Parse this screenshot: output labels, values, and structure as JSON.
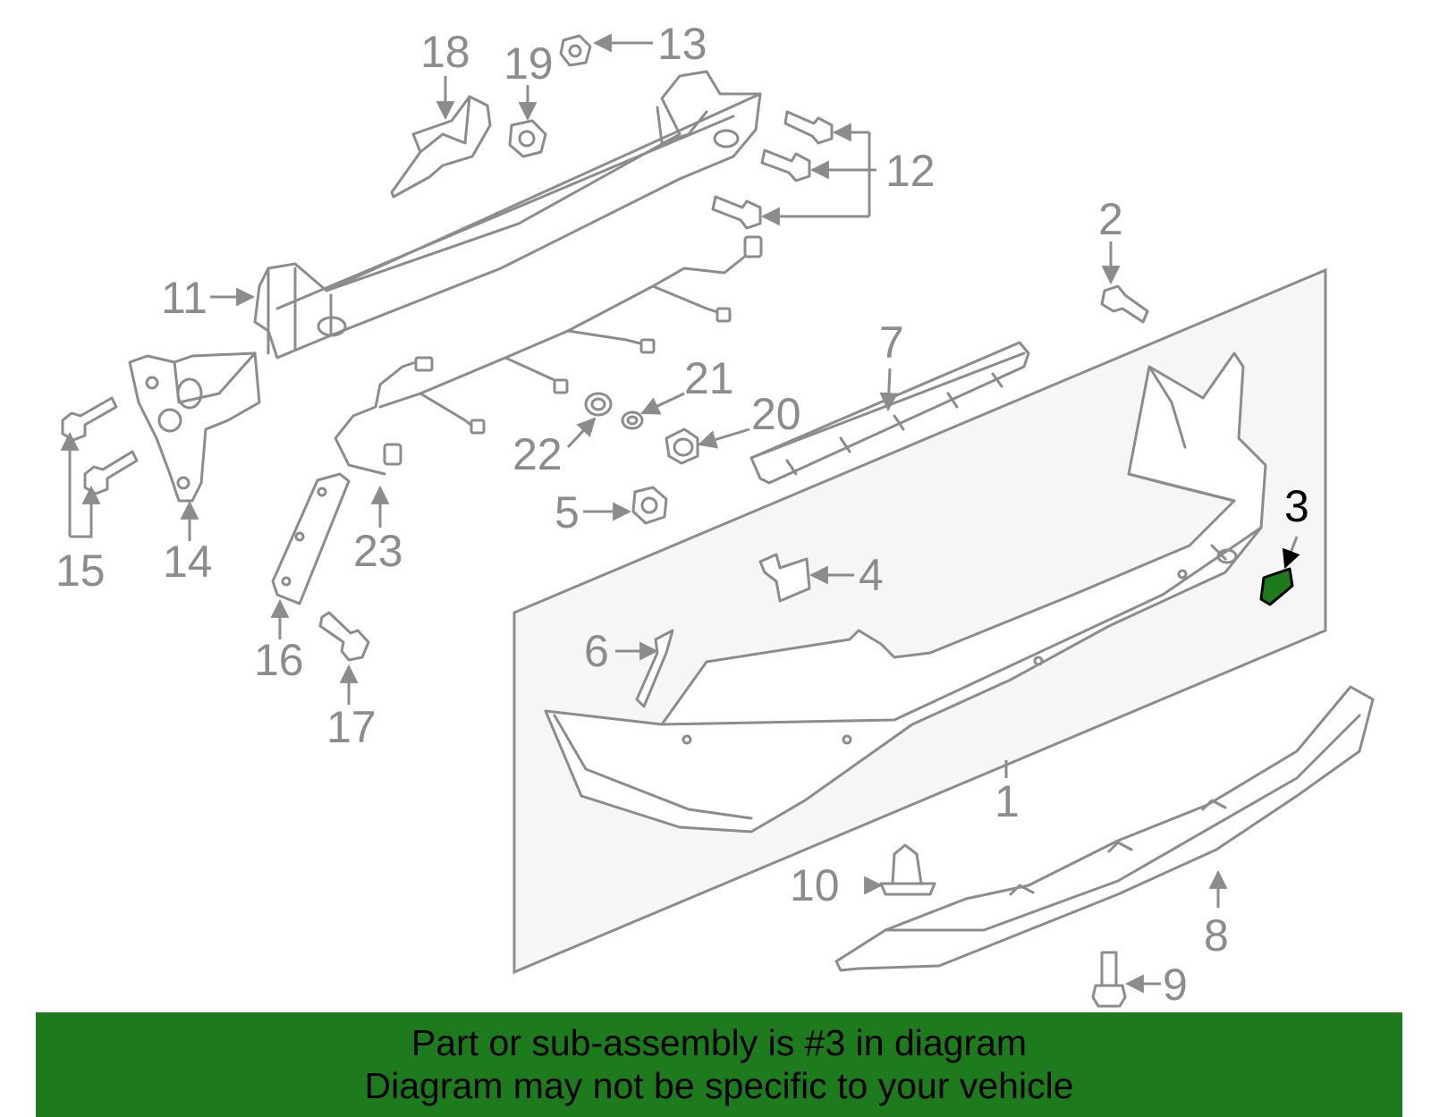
{
  "diagram": {
    "highlight_color": "#1d7a1d",
    "highlighted_part": "3",
    "callouts": [
      "1",
      "2",
      "3",
      "4",
      "5",
      "6",
      "7",
      "8",
      "9",
      "10",
      "11",
      "12",
      "13",
      "14",
      "15",
      "16",
      "17",
      "18",
      "19",
      "20",
      "21",
      "22",
      "23"
    ]
  },
  "banner": {
    "line1": "Part or sub-assembly is #3 in diagram",
    "line2": "Diagram may not be specific to your vehicle",
    "background": "#1d7a1d"
  }
}
